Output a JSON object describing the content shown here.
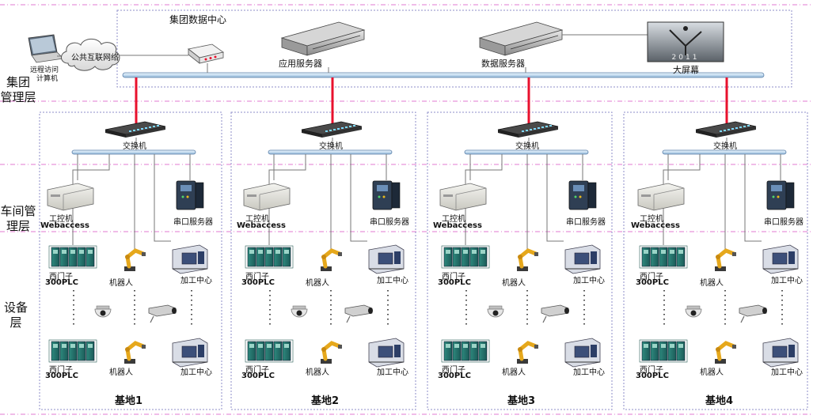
{
  "layers": {
    "group": "集团\n管理层",
    "workshop": "车间管\n理层",
    "device": "设备\n层"
  },
  "data_center": {
    "title": "集团数据中心",
    "app_server": "应用服务器",
    "data_server": "数据服务器",
    "big_screen": "大屏幕",
    "screen_text": "2011"
  },
  "remote": {
    "cloud": "公共互联网络",
    "computer_line1": "远程访问",
    "computer_line2": "计算机"
  },
  "bases": [
    {
      "name": "基地1"
    },
    {
      "name": "基地2"
    },
    {
      "name": "基地3"
    },
    {
      "name": "基地4"
    }
  ],
  "base_items": {
    "switch": "交换机",
    "ipc": "工控机",
    "webaccess": "Webaccess",
    "serial_server": "串口服务器",
    "plc_line1": "西门子",
    "plc_line2": "300PLC",
    "robot": "机器人",
    "cnc": "加工中心"
  },
  "colors": {
    "bus_fill": "#cfe4f5",
    "bus_stroke": "#5a7fa8",
    "uplink": "#e8112d",
    "dash_pink": "#e07ad0",
    "box_border": "#8e8ec8"
  }
}
